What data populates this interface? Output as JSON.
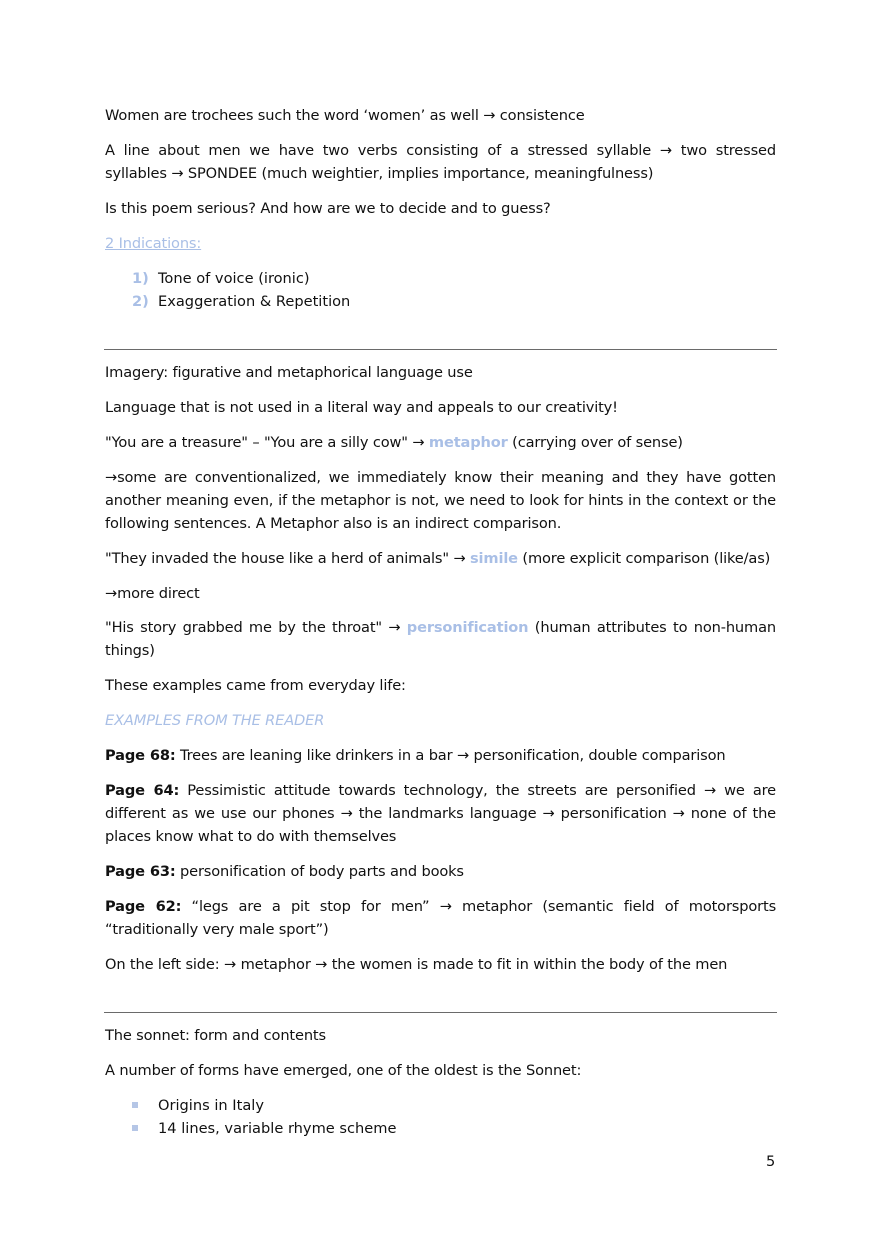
{
  "colors": {
    "accent": "#a9bfe6",
    "rule": "#6a6a6a"
  },
  "arrow": "→",
  "p1": {
    "a": "Women are trochees such the word ‘women’ as well ",
    "b": " consistence"
  },
  "p2": {
    "a": "A line about men we have two verbs consisting of a stressed syllable ",
    "b": " two stressed syllables ",
    "c": " SPONDEE (much weightier, implies importance, meaningfulness)"
  },
  "p3": "Is this poem serious? And how are we to decide and to guess?",
  "indications": {
    "title": "2 Indications:",
    "items": [
      {
        "num": "1)",
        "text": "Tone of voice (ironic)"
      },
      {
        "num": "2)",
        "text": "Exaggeration & Repetition"
      }
    ]
  },
  "imagery": {
    "heading": "Imagery: figurative and metaphorical language use",
    "p1": "Language that is not used in a literal way and appeals to our creativity!",
    "p2": {
      "a": "\"You are a treasure\" – \"You are a silly cow\" ",
      "kw": "metaphor",
      "b": " (carrying over of sense)"
    },
    "p3": "some are conventionalized, we immediately know their meaning and they have gotten another meaning even, if the metaphor is not, we need to look for hints in the context or the following sentences. A Metaphor also is an indirect comparison.",
    "p4": {
      "a": "\"They invaded the house like a herd of animals\" ",
      "kw": "simile",
      "b": " (more explicit comparison (like/as)"
    },
    "p5": "more direct",
    "p6": {
      "a": "\"His story grabbed me by the throat\" ",
      "kw": "personification",
      "b": " (human attributes to non-human things)"
    },
    "p7": "These examples came from everyday life:",
    "examples_heading": "EXAMPLES FROM THE READER",
    "pages": [
      {
        "label": "Page 68:",
        "segs": [
          " Trees are leaning like drinkers in a bar ",
          " personification, double comparison"
        ]
      },
      {
        "label": "Page 64:",
        "segs": [
          " Pessimistic attitude towards technology, the streets are personified ",
          " we are different as we use our phones ",
          " the landmarks language ",
          " personification ",
          " none of the places know what to do with themselves"
        ]
      },
      {
        "label": "Page 63:",
        "segs": [
          " personification of body parts and books"
        ]
      },
      {
        "label": "Page 62:",
        "segs": [
          " “legs are a pit stop for men” ",
          " metaphor (semantic field of motorsports “traditionally very male sport”)"
        ]
      }
    ],
    "left_side": {
      "a": "On the left side: ",
      "b": " metaphor ",
      "c": " the women is made to fit in within the body of the men"
    }
  },
  "sonnet": {
    "heading": "The sonnet: form and contents",
    "p1": "A number of forms have emerged, one of the oldest is the Sonnet:",
    "items": [
      "Origins in Italy",
      "14 lines, variable rhyme scheme"
    ]
  },
  "page_number": "5"
}
